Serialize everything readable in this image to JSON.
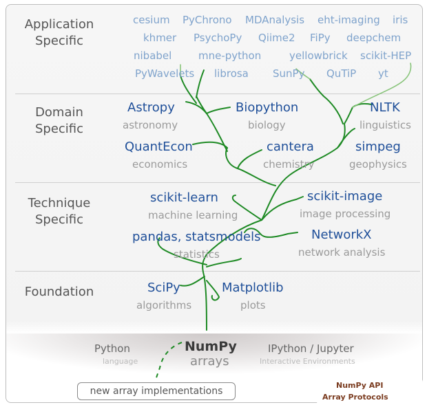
{
  "colors": {
    "tree_green": "#1e8a24",
    "app_green": "#88c47a",
    "core_blue": "#1f4f99",
    "app_blue": "#7fa3cc"
  },
  "rows": {
    "application": "Application\nSpecific",
    "domain": "Domain\nSpecific",
    "technique": "Technique\nSpecific",
    "foundation": "Foundation"
  },
  "application_packages": [
    "cesium",
    "PyChrono",
    "MDAnalysis",
    "eht-imaging",
    "iris",
    "khmer",
    "PsychoPy",
    "Qiime2",
    "FiPy",
    "deepchem",
    "nibabel",
    "mne-python",
    "yellowbrick",
    "scikit-HEP",
    "PyWavelets",
    "librosa",
    "SunPy",
    "QuTiP",
    "yt"
  ],
  "domain": {
    "astropy": {
      "name": "Astropy",
      "area": "astronomy"
    },
    "biopython": {
      "name": "Biopython",
      "area": "biology"
    },
    "nltk": {
      "name": "NLTK",
      "area": "linguistics"
    },
    "quantecon": {
      "name": "QuantEcon",
      "area": "economics"
    },
    "cantera": {
      "name": "cantera",
      "area": "chemistry"
    },
    "simpeg": {
      "name": "simpeg",
      "area": "geophysics"
    }
  },
  "technique": {
    "sklearn": {
      "name": "scikit-learn",
      "area": "machine learning"
    },
    "skimage": {
      "name": "scikit-image",
      "area": "image processing"
    },
    "pandas": {
      "name": "pandas, statsmodels",
      "area": "statistics"
    },
    "networkx": {
      "name": "NetworkX",
      "area": "network analysis"
    }
  },
  "foundation": {
    "scipy": {
      "name": "SciPy",
      "area": "algorithms"
    },
    "matplotlib": {
      "name": "Matplotlib",
      "area": "plots"
    }
  },
  "base": {
    "python": {
      "name": "Python",
      "area": "language"
    },
    "numpy": {
      "name": "NumPy",
      "area": "arrays"
    },
    "ipython": {
      "name": "IPython / Jupyter",
      "area": "Interactive Environments"
    },
    "new_arrays": "new array implementations"
  },
  "legend": {
    "api": "NumPy API",
    "protocols": "Array Protocols"
  }
}
